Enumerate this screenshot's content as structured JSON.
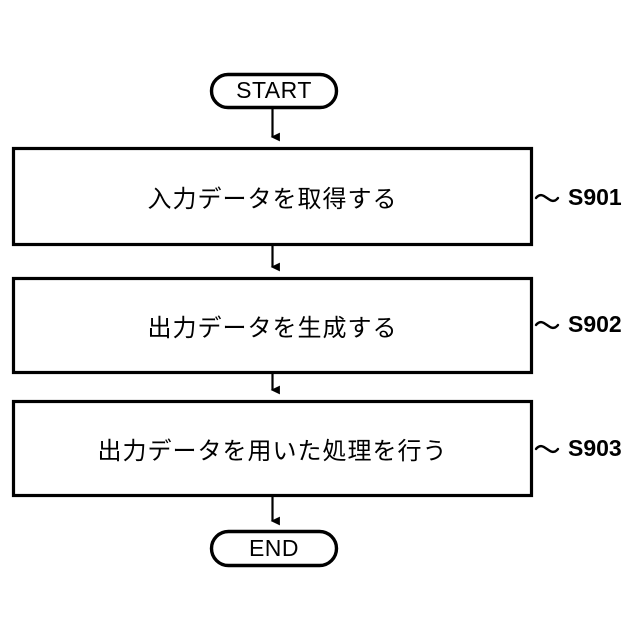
{
  "diagram": {
    "title": "Flowchart",
    "background_color": "#ffffff",
    "stroke_color": "#000000",
    "nodes": [
      {
        "id": "start",
        "type": "terminator",
        "label": "START"
      },
      {
        "id": "s901",
        "type": "process",
        "label": "入力データを取得する",
        "step_label": "S901"
      },
      {
        "id": "s902",
        "type": "process",
        "label": "出力データを生成する",
        "step_label": "S902"
      },
      {
        "id": "s903",
        "type": "process",
        "label": "出力データを用いた処理を行う",
        "step_label": "S903"
      },
      {
        "id": "end",
        "type": "terminator",
        "label": "END"
      }
    ],
    "connectors": [
      {
        "from": "start",
        "to": "s901",
        "icon": "arrow-down-icon"
      },
      {
        "from": "s901",
        "to": "s902",
        "icon": "arrow-down-icon"
      },
      {
        "from": "s902",
        "to": "s903",
        "icon": "arrow-down-icon"
      },
      {
        "from": "s903",
        "to": "end",
        "icon": "arrow-down-icon"
      }
    ],
    "leaders": [
      {
        "for": "s901",
        "icon": "squiggle-leader-icon"
      },
      {
        "for": "s902",
        "icon": "squiggle-leader-icon"
      },
      {
        "for": "s903",
        "icon": "squiggle-leader-icon"
      }
    ]
  }
}
